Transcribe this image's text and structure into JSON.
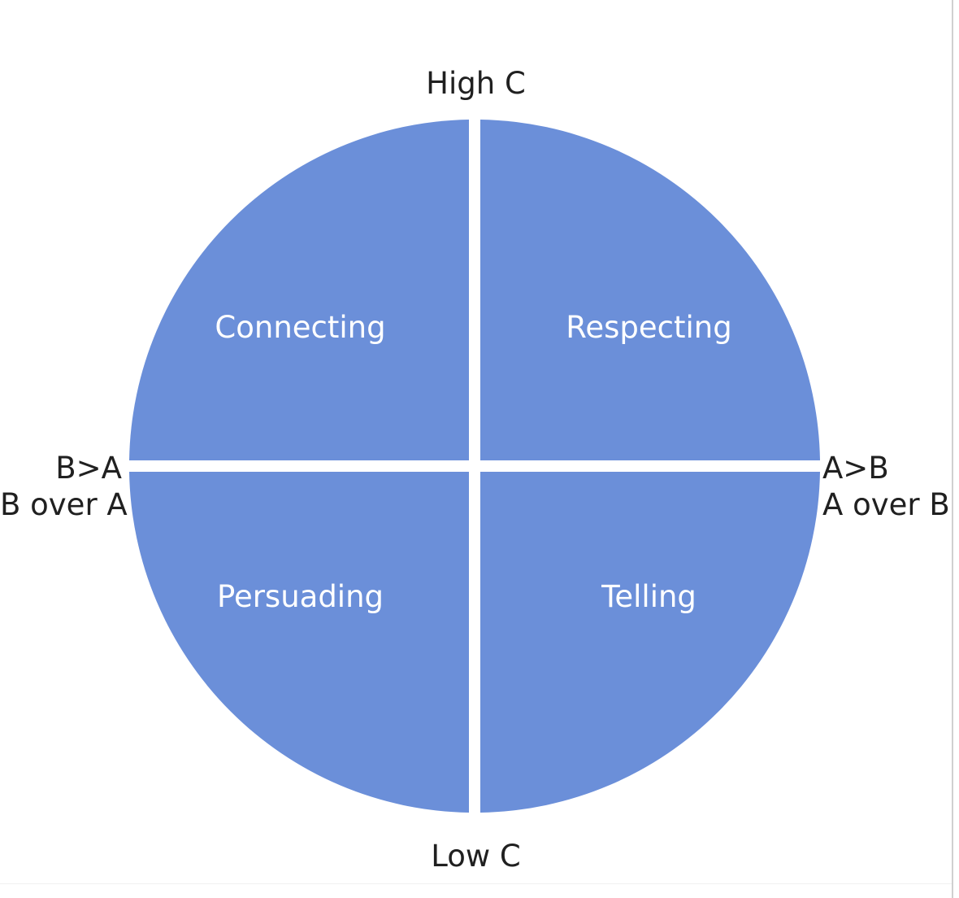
{
  "diagram": {
    "type": "quadrant-circle",
    "title_visible": false,
    "colors": {
      "quadrant_fill": "#6b8fd9",
      "divider": "#ffffff",
      "label_text": "#ffffff",
      "axis_text": "#202020",
      "background": "#ffffff"
    },
    "axes": {
      "vertical": {
        "top_label": "High C",
        "bottom_label": "Low C"
      },
      "horizontal": {
        "left_label_line1": "B>A",
        "left_label_line2": "B over A",
        "right_label_line1": "A>B",
        "right_label_line2": "A over B"
      }
    },
    "quadrants": [
      {
        "id": "top-left",
        "label": "Connecting"
      },
      {
        "id": "top-right",
        "label": "Respecting"
      },
      {
        "id": "bottom-left",
        "label": "Persuading"
      },
      {
        "id": "bottom-right",
        "label": "Telling"
      }
    ]
  }
}
